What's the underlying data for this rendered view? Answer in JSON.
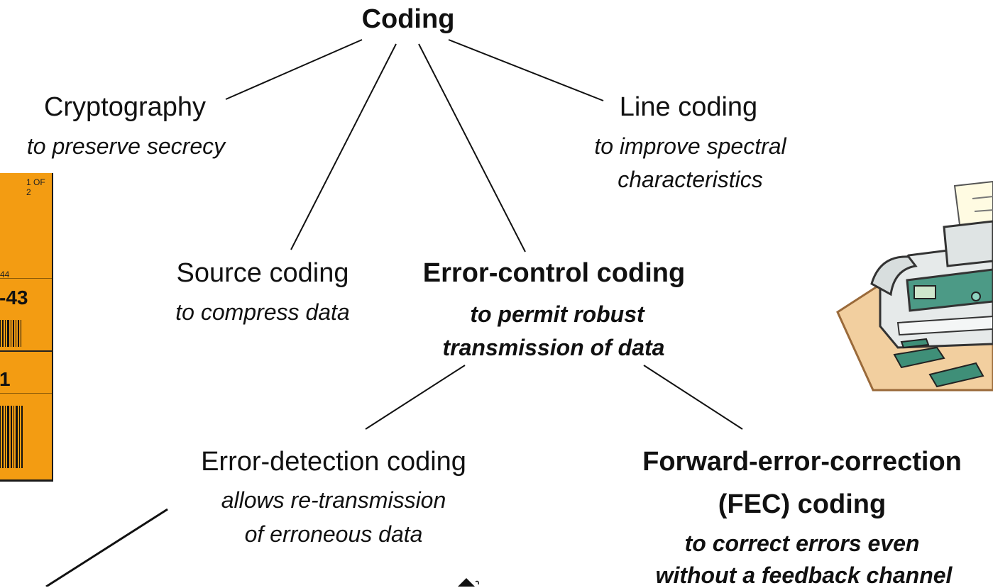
{
  "diagram": {
    "root": {
      "title": "Coding"
    },
    "branches": {
      "cryptography": {
        "name": "Cryptography",
        "desc": "to preserve secrecy"
      },
      "line_coding": {
        "name": "Line coding",
        "desc_line1": "to improve spectral",
        "desc_line2": "characteristics"
      },
      "source_coding": {
        "name": "Source coding",
        "desc": "to compress data"
      },
      "error_control": {
        "name": "Error-control coding",
        "desc_line1": "to permit robust",
        "desc_line2": "transmission of data"
      }
    },
    "error_control_children": {
      "detection": {
        "name": "Error-detection coding",
        "desc_line1": "allows re-transmission",
        "desc_line2": "of erroneous data"
      },
      "fec": {
        "name_line1": "Forward-error-correction",
        "name_line2": "(FEC) coding",
        "desc_line1": "to correct errors even",
        "desc_line2": "without a feedback channel"
      }
    }
  },
  "shipping_label": {
    "page": "1 OF 2",
    "code_small": "44",
    "code_big": "-43",
    "code_digit": "1"
  },
  "colors": {
    "label_orange": "#f39c12",
    "line": "#111111"
  },
  "icons": [
    "shipping-label",
    "fax-machine-icon",
    "pointer-icon"
  ]
}
